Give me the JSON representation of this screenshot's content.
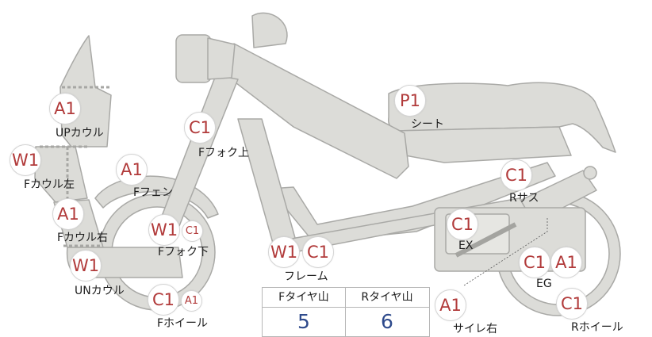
{
  "colors": {
    "part_fill": "#dcdcd8",
    "part_stroke": "#a9a9a6",
    "badge_text": "#b13a3a",
    "value_text": "#2e4a8c"
  },
  "parts": {
    "up_cowl": {
      "codes": [
        "A1"
      ],
      "label": "UPカウル"
    },
    "f_cowl_left": {
      "codes": [
        "W1"
      ],
      "label": "Fカウル左"
    },
    "f_cowl_right": {
      "codes": [
        "A1"
      ],
      "label": "Fカウル右"
    },
    "un_cowl": {
      "codes": [
        "W1"
      ],
      "label": "UNカウル"
    },
    "f_fork_upper": {
      "codes": [
        "C1"
      ],
      "label": "Fフォク上"
    },
    "f_fender": {
      "codes": [
        "A1"
      ],
      "label": "Fフェン"
    },
    "f_fork_lower": {
      "codes": [
        "W1",
        "C1"
      ],
      "label": "Fフォク下"
    },
    "f_wheel": {
      "codes": [
        "C1",
        "A1"
      ],
      "label": "Fホイール"
    },
    "frame": {
      "codes": [
        "W1",
        "C1"
      ],
      "label": "フレーム"
    },
    "seat": {
      "codes": [
        "P1"
      ],
      "label": "シート"
    },
    "r_suspension": {
      "codes": [
        "C1"
      ],
      "label": "Rサス"
    },
    "exhaust": {
      "codes": [
        "C1"
      ],
      "label": "EX"
    },
    "engine": {
      "codes": [
        "C1",
        "A1"
      ],
      "label": "EG"
    },
    "muffler_right": {
      "codes": [
        "A1"
      ],
      "label": "サイレ右"
    },
    "r_wheel": {
      "codes": [
        "C1"
      ],
      "label": "Rホイール"
    }
  },
  "tread_table": {
    "front_header": "Fタイヤ山",
    "rear_header": "Rタイヤ山",
    "front_value": "5",
    "rear_value": "6"
  }
}
